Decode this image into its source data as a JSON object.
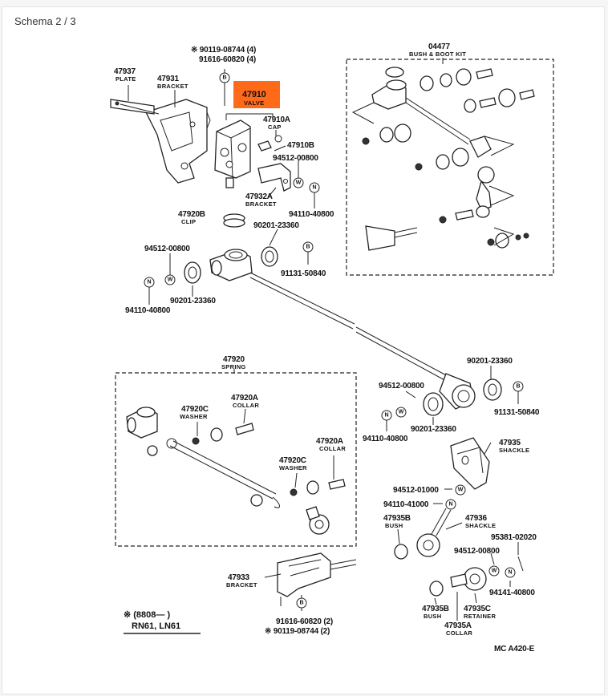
{
  "header": {
    "title": "Schema 2 / 3"
  },
  "highlight_color": "#ff6a1a",
  "callouts": [
    {
      "id": "47937",
      "number": "47937",
      "name": "PLATE"
    },
    {
      "id": "47931",
      "number": "47931",
      "name": "BRACKET"
    },
    {
      "id": "90119a",
      "number": "※ 90119-08744 (4)"
    },
    {
      "id": "91616a",
      "number": "91616-60820 (4)"
    },
    {
      "id": "47910",
      "number": "47910",
      "name": "VALVE",
      "highlighted": true
    },
    {
      "id": "47910A",
      "number": "47910A",
      "name": "CAP"
    },
    {
      "id": "47910B",
      "number": "47910B"
    },
    {
      "id": "94512a",
      "number": "94512-00800"
    },
    {
      "id": "47932A",
      "number": "47932A",
      "name": "BRACKET"
    },
    {
      "id": "94110a",
      "number": "94110-40800"
    },
    {
      "id": "47920B",
      "number": "47920B",
      "name": "CLIP"
    },
    {
      "id": "90201a",
      "number": "90201-23360"
    },
    {
      "id": "91131a",
      "number": "91131-50840"
    },
    {
      "id": "94512b",
      "number": "94512-00800"
    },
    {
      "id": "90201b",
      "number": "90201-23360"
    },
    {
      "id": "94110b",
      "number": "94110-40800"
    },
    {
      "id": "04477",
      "number": "04477",
      "name": "BUSH & BOOT KIT"
    },
    {
      "id": "47920",
      "number": "47920",
      "name": "SPRING"
    },
    {
      "id": "47920C_1",
      "number": "47920C",
      "name": "WASHER"
    },
    {
      "id": "47920A_1",
      "number": "47920A",
      "name": "COLLAR"
    },
    {
      "id": "47920C_2",
      "number": "47920C",
      "name": "WASHER"
    },
    {
      "id": "47920A_2",
      "number": "47920A",
      "name": "COLLAR"
    },
    {
      "id": "90201c",
      "number": "90201-23360"
    },
    {
      "id": "94512c",
      "number": "94512-00800"
    },
    {
      "id": "91131b",
      "number": "91131-50840"
    },
    {
      "id": "94110c",
      "number": "94110-40800"
    },
    {
      "id": "90201d",
      "number": "90201-23360"
    },
    {
      "id": "47935",
      "number": "47935",
      "name": "SHACKLE"
    },
    {
      "id": "94512d",
      "number": "94512-01000"
    },
    {
      "id": "94110d",
      "number": "94110-41000"
    },
    {
      "id": "47935B_1",
      "number": "47935B",
      "name": "BUSH"
    },
    {
      "id": "47936",
      "number": "47936",
      "name": "SHACKLE"
    },
    {
      "id": "95381",
      "number": "95381-02020"
    },
    {
      "id": "94512e",
      "number": "94512-00800"
    },
    {
      "id": "94141",
      "number": "94141-40800"
    },
    {
      "id": "47933",
      "number": "47933",
      "name": "BRACKET"
    },
    {
      "id": "47935B_2",
      "number": "47935B",
      "name": "BUSH"
    },
    {
      "id": "47935C",
      "number": "47935C",
      "name": "RETAINER"
    },
    {
      "id": "47935A",
      "number": "47935A",
      "name": "COLLAR"
    },
    {
      "id": "91616b",
      "number": "91616-60820 (2)"
    },
    {
      "id": "90119b",
      "number": "※ 90119-08744 (2)"
    }
  ],
  "markers": {
    "W": "W",
    "N": "N",
    "B": "B"
  },
  "footnote": {
    "line1": "※ (8808—      )",
    "line2": "RN61,  LN61"
  },
  "figure_code": "MC   A420-E"
}
